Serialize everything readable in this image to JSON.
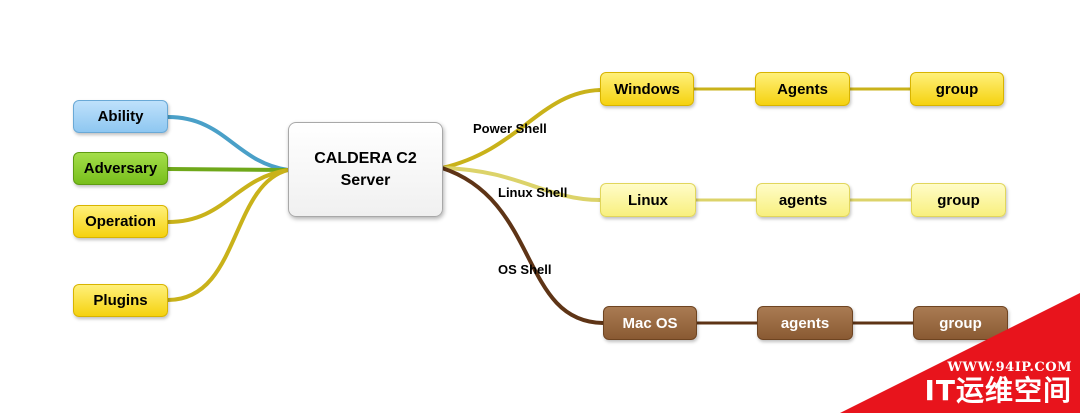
{
  "center": {
    "line1": "CALDERA C2",
    "line2": "Server"
  },
  "left_nodes": [
    {
      "label": "Ability",
      "color": "#8ec7f1"
    },
    {
      "label": "Adversary",
      "color": "#78bf1c"
    },
    {
      "label": "Operation",
      "color": "#f5d20f"
    },
    {
      "label": "Plugins",
      "color": "#f5d20f"
    }
  ],
  "branches": [
    {
      "edge_label": "Power Shell",
      "os": "Windows",
      "agents": "Agents",
      "group": "group",
      "color": "#f5d20f"
    },
    {
      "edge_label": "Linux Shell",
      "os": "Linux",
      "agents": "agents",
      "group": "group",
      "color": "#f8f07e"
    },
    {
      "edge_label": "OS Shell",
      "os": "Mac OS",
      "agents": "agents",
      "group": "group",
      "color": "#8a5a33"
    }
  ],
  "watermark": {
    "url": "WWW.94IP.COM",
    "brand": "IT运维空间",
    "color": "#e8141c"
  }
}
